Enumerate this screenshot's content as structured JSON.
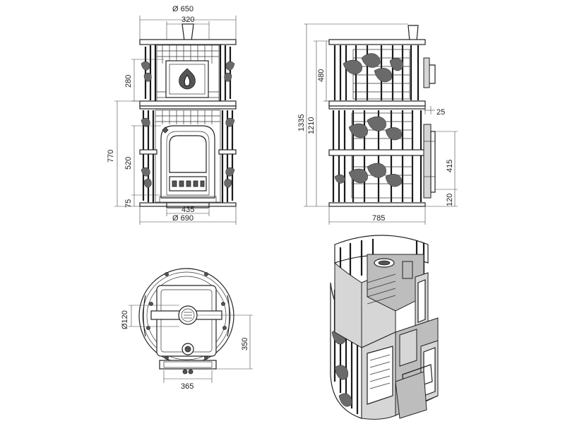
{
  "dimensions": {
    "front_top_diameter": "Ø 650",
    "front_top_flue": "320",
    "front_upper_height": "280",
    "front_total_height": "770",
    "front_door_height": "520",
    "front_base_height": "75",
    "front_bottom_width": "435",
    "front_bottom_diameter": "Ø 690",
    "side_upper_height": "480",
    "side_total_height": "1335",
    "side_body_height": "1210",
    "side_offset": "25",
    "side_door_height": "415",
    "side_base_height": "120",
    "side_depth": "785",
    "top_hole_diameter": "Ø120",
    "top_offset": "350",
    "top_width": "365"
  }
}
